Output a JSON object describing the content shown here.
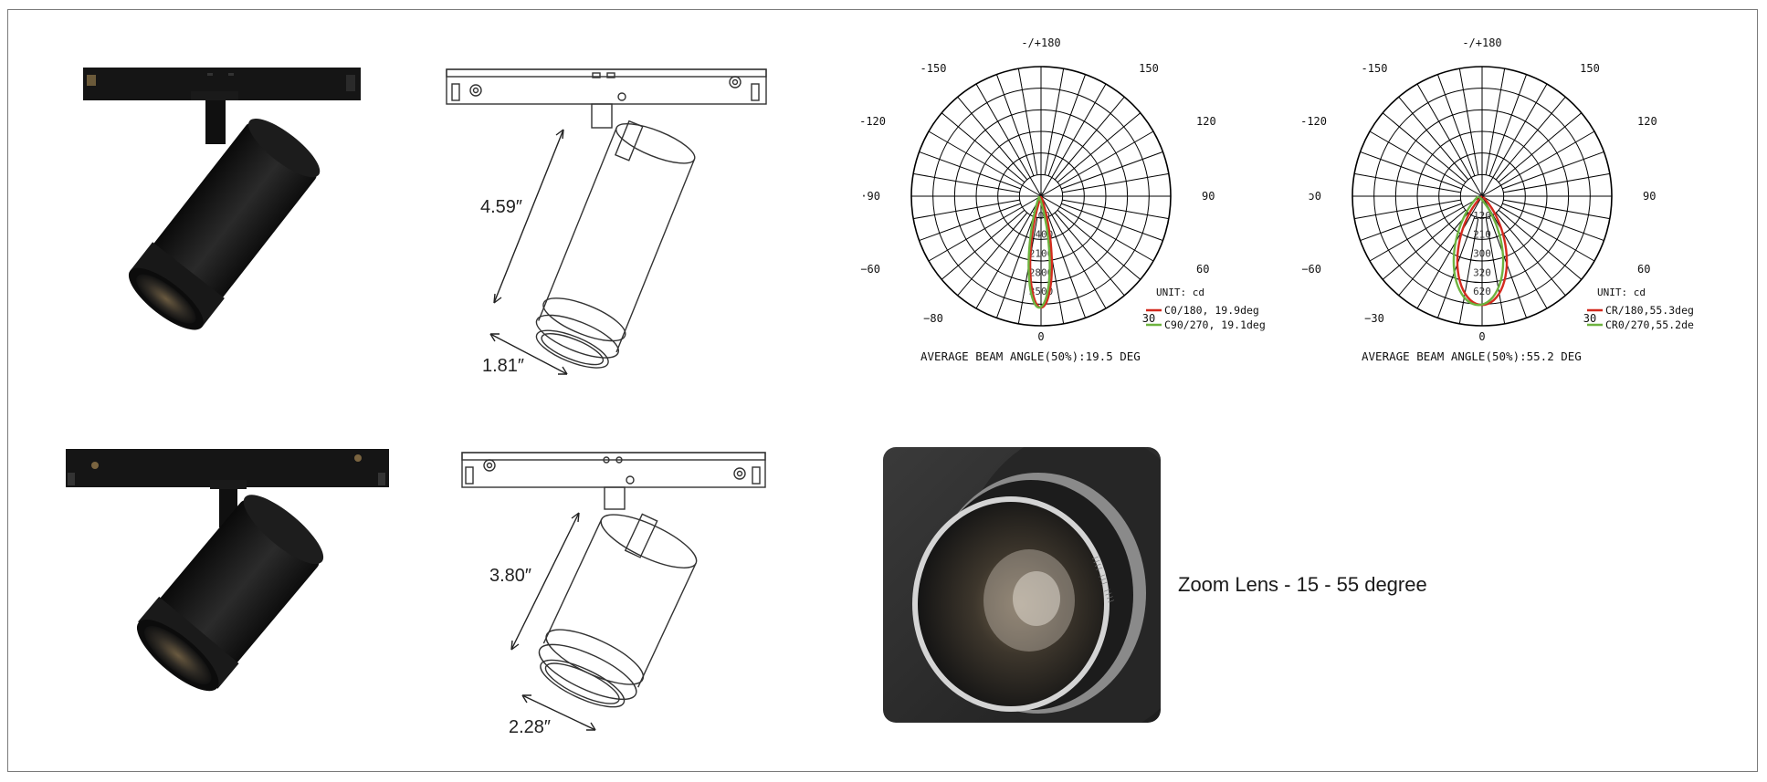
{
  "products": [
    {
      "dimension_height": "4.59″",
      "dimension_width": "1.81″"
    },
    {
      "dimension_height": "3.80″",
      "dimension_width": "2.28″"
    }
  ],
  "zoom_lens_caption": "Zoom Lens - 15 - 55 degree",
  "colors": {
    "fixture_black": "#151515",
    "series_red": "#d42a1e",
    "series_green": "#6db33f",
    "grid": "#000000"
  },
  "chart_data": [
    {
      "type": "polar",
      "angle_labels": [
        "-/+180",
        "-150",
        "150",
        "-120",
        "120",
        "·90",
        "90",
        "−60",
        "60",
        "−80",
        "30",
        "0"
      ],
      "radial_labels": [
        "0",
        "700",
        "1400",
        "2100",
        "2800",
        "3500"
      ],
      "unit_label": "UNIT: cd",
      "footer": "AVERAGE BEAM ANGLE(50%):19.5 DEG",
      "series": [
        {
          "name": "C0/180, 19.9deg",
          "color": "#d42a1e",
          "beam_angle_deg": 19.9
        },
        {
          "name": "C90/270, 19.1deg",
          "color": "#6db33f",
          "beam_angle_deg": 19.1
        }
      ]
    },
    {
      "type": "polar",
      "angle_labels": [
        "-/+180",
        "-150",
        "150",
        "-120",
        "120",
        "ɔ0",
        "90",
        "−60",
        "60",
        "−30",
        "30",
        "0"
      ],
      "radial_labels": [
        "0",
        "120",
        "210",
        "300",
        "320",
        "620"
      ],
      "unit_label": "UNIT: cd",
      "footer": "AVERAGE BEAM ANGLE(50%):55.2 DEG",
      "series": [
        {
          "name": "CR/180,55.3deg",
          "color": "#d42a1e",
          "beam_angle_deg": 55.3
        },
        {
          "name": "CR0/270,55.2de",
          "color": "#6db33f",
          "beam_angle_deg": 55.2
        }
      ]
    }
  ]
}
